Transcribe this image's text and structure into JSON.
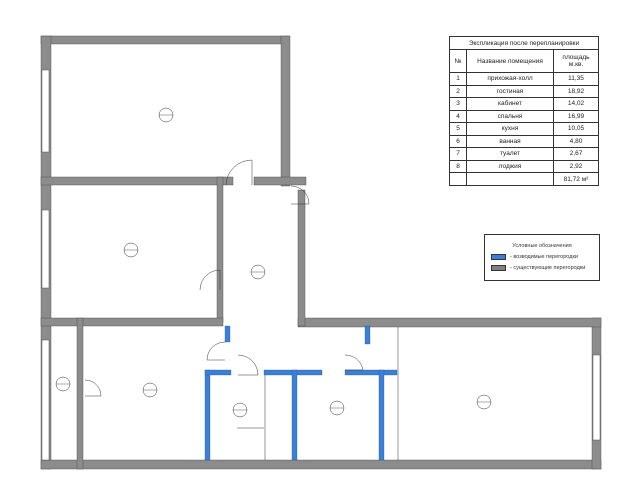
{
  "explication": {
    "title": "Экспликация после перепланировки",
    "headers": {
      "num": "№",
      "name": "Название помещения",
      "area": "площадь м.кв."
    },
    "rows": [
      {
        "num": "1",
        "name": "прихожая-холл",
        "area": "11,35"
      },
      {
        "num": "2",
        "name": "гостиная",
        "area": "18,92"
      },
      {
        "num": "3",
        "name": "кабинет",
        "area": "14,02"
      },
      {
        "num": "4",
        "name": "спальня",
        "area": "16,99"
      },
      {
        "num": "5",
        "name": "кухня",
        "area": "10,05"
      },
      {
        "num": "6",
        "name": "ванная",
        "area": "4,80"
      },
      {
        "num": "7",
        "name": "туалет",
        "area": "2,67"
      },
      {
        "num": "8",
        "name": "лоджия",
        "area": "2,92"
      }
    ],
    "total": "81,72 м²"
  },
  "legend": {
    "title": "Условные обозначения",
    "new_partitions": "- возводимые перегородки",
    "existing_partitions": "- существующие перегородки"
  },
  "colors": {
    "existing_wall": "#8c8c8c",
    "new_partition": "#3b7fd9",
    "line": "#333333"
  }
}
